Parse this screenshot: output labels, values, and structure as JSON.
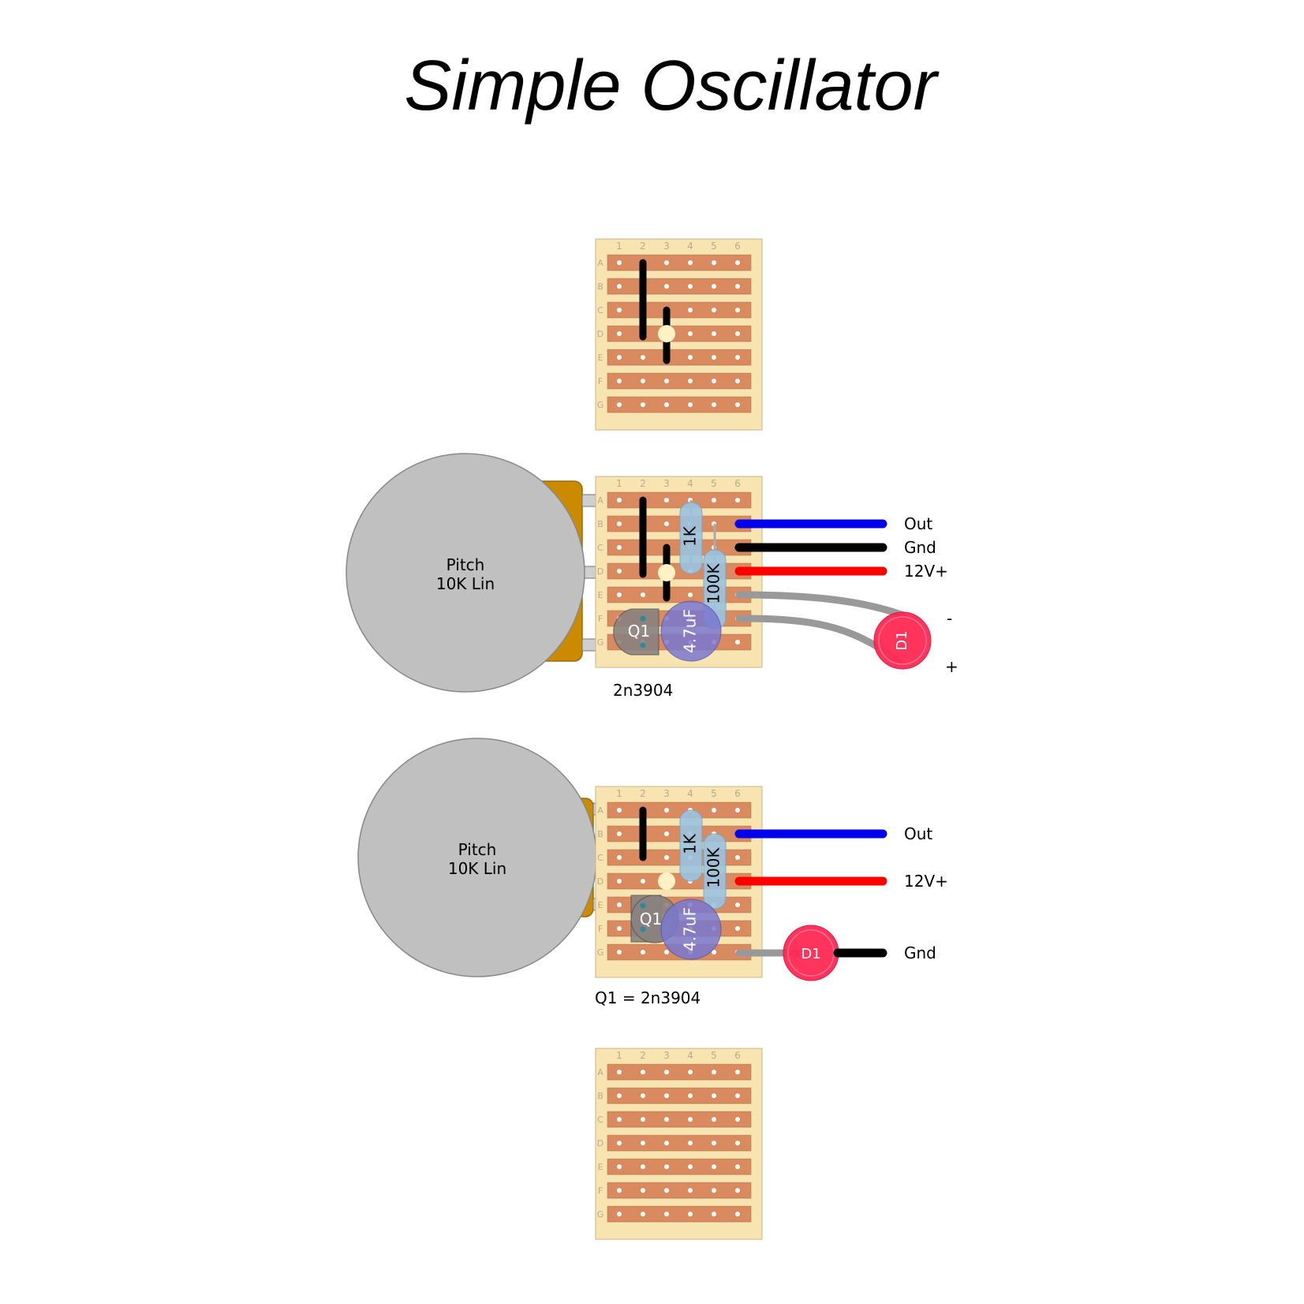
{
  "title": "Simple Oscillator",
  "board": {
    "columns": [
      "1",
      "2",
      "3",
      "4",
      "5",
      "6"
    ],
    "rows": [
      "A",
      "B",
      "C",
      "D",
      "E",
      "F",
      "G"
    ]
  },
  "layout1": {
    "pot_name": "Pitch",
    "pot_value": "10K Lin",
    "r1": "1K",
    "r2": "100K",
    "cap": "4.7uF",
    "transistor": "Q1",
    "led": "D1",
    "wire_out": "Out",
    "wire_gnd": "Gnd",
    "wire_v": "12V+",
    "led_minus": "-",
    "led_plus": "+",
    "caption": "2n3904"
  },
  "layout2": {
    "pot_name": "Pitch",
    "pot_value": "10K Lin",
    "r1": "1K",
    "r2": "100K",
    "cap": "4.7uF",
    "transistor": "Q1",
    "led": "D1",
    "wire_out": "Out",
    "wire_v": "12V+",
    "wire_gnd": "Gnd",
    "caption": "Q1 = 2n3904"
  },
  "colors": {
    "board": "#f8e4b0",
    "strip": "#d98a5e",
    "wire_out": "#0000ee",
    "wire_gnd": "#000000",
    "wire_v": "#ff0000",
    "pot": "#c0c0c0",
    "led": "#ff2a55",
    "resistor": "#9cc3e0",
    "capacitor": "#7a78d0",
    "transistor": "#8a8280"
  }
}
